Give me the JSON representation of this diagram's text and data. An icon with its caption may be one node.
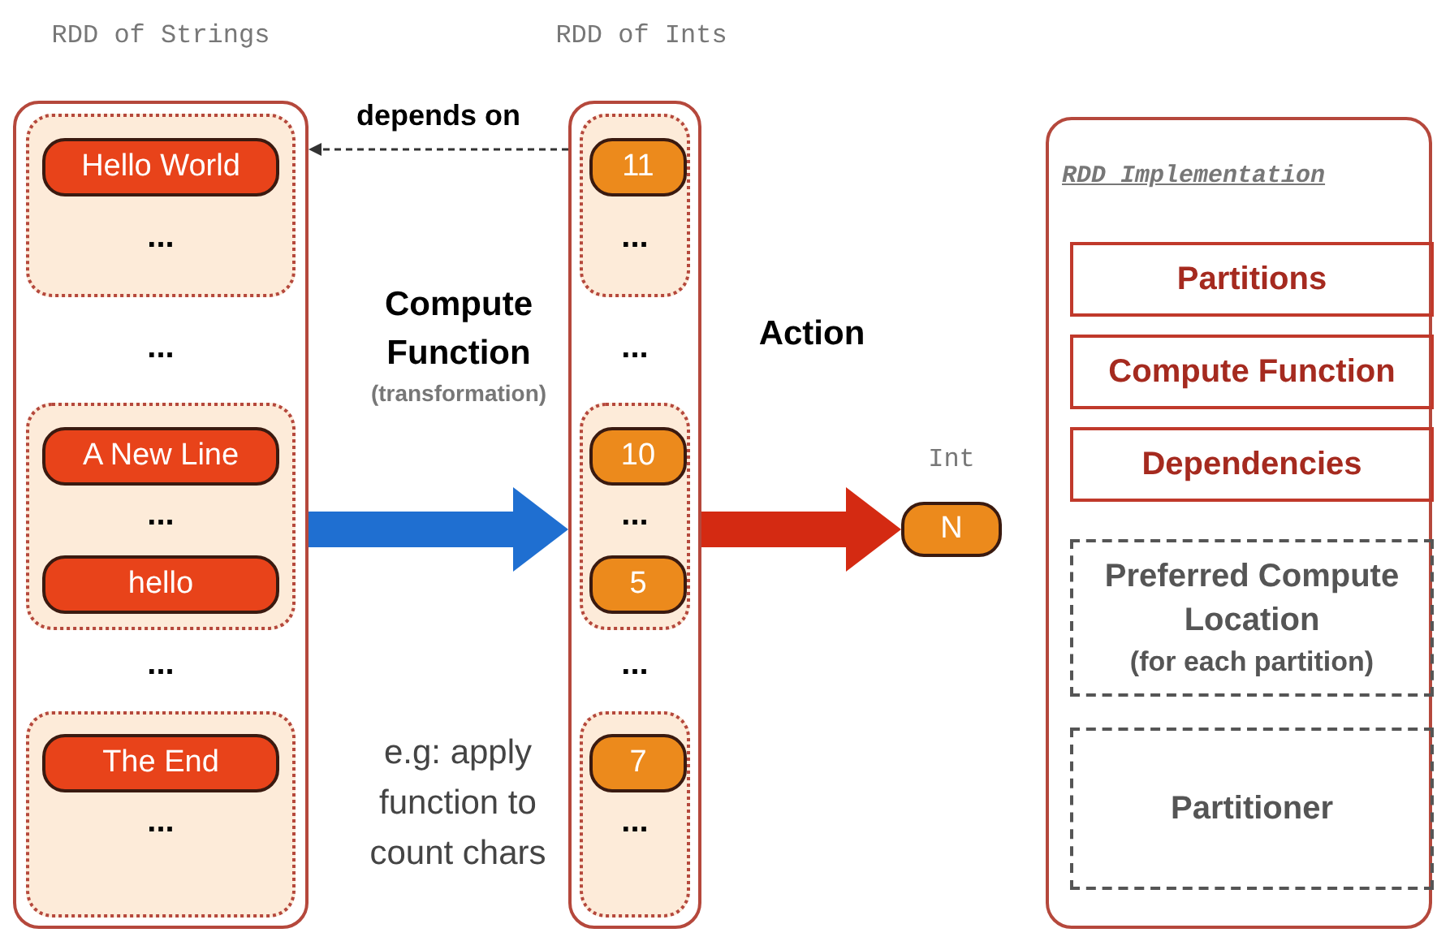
{
  "diagram": {
    "nodes": [
      {
        "text": [
          "RDD of Strings",
          "...",
          "..."
        ]
      },
      {
        "text": [
          "..."
        ],
        "in": 0
      },
      {
        "text": [
          "Hello World"
        ],
        "in": 1
      },
      {
        "text": [
          "..."
        ],
        "in": 0
      },
      {
        "text": [
          "A New Line"
        ],
        "in": 3
      },
      {
        "text": [
          "hello"
        ],
        "in": 3
      },
      {
        "text": [
          "..."
        ],
        "in": 0
      },
      {
        "text": [
          "The End"
        ],
        "in": 6
      },
      {
        "text": [
          "RDD of Ints",
          "...",
          "..."
        ]
      },
      {
        "text": [
          "..."
        ],
        "in": 8
      },
      {
        "text": [
          "11"
        ],
        "in": 9
      },
      {
        "text": [
          "..."
        ],
        "in": 8
      },
      {
        "text": [
          "10"
        ],
        "in": 11
      },
      {
        "text": [
          "5"
        ],
        "in": 11
      },
      {
        "text": [
          "..."
        ],
        "in": 8
      },
      {
        "text": [
          "7"
        ],
        "in": 14
      },
      {
        "text": [
          "N"
        ],
        "beside": [
          "Int"
        ]
      },
      {
        "text": [
          "RDD Implementation"
        ]
      },
      {
        "text": [
          "Partitions"
        ],
        "in": 17
      },
      {
        "text": [
          "Compute Function"
        ],
        "in": 17
      },
      {
        "text": [
          "Dependencies"
        ],
        "in": 17
      },
      {
        "text": [
          "Preferred Compute Location",
          "(for each partition)"
        ],
        "in": 17
      },
      {
        "text": [
          "Partitioner"
        ],
        "in": 17
      }
    ],
    "edges": [
      {
        "from": 8,
        "to": 0,
        "arrow": "to",
        "label": "depends on",
        "style": "dashed"
      },
      {
        "from": 0,
        "to": 8,
        "arrow": "to",
        "color": "#1f6fd1"
      },
      {
        "from": 8,
        "to": 16,
        "arrow": "to",
        "color": "#d42a12"
      }
    ],
    "labels": [
      "Compute Function",
      "(transformation)",
      "e.g: apply function to count chars",
      "Action"
    ]
  }
}
